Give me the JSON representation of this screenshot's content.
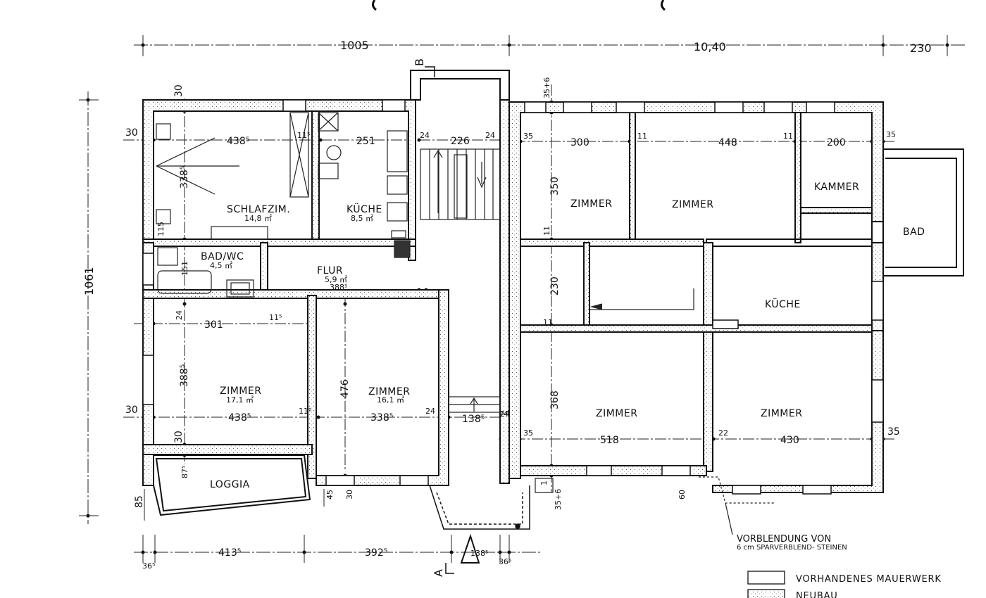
{
  "header_dims": {
    "left_width": "1005",
    "right_width": "10,40",
    "annex_width": "230",
    "left_height": "1061",
    "section_b": "B",
    "section_a": "A"
  },
  "left_flat": {
    "schlafzimmer": {
      "name": "SCHLAFZIM.",
      "area": "14,8 ㎡",
      "width": "438⁵",
      "depth": "338⁵",
      "d_115": "11⁵",
      "d_115b": "115",
      "d_30a": "30",
      "d_30b": "30"
    },
    "kueche": {
      "name": "KÜCHE",
      "area": "8,5 ㎡",
      "width": "251"
    },
    "bad": {
      "name": "BAD/WC",
      "area": "4,5 ㎡",
      "depth": "151"
    },
    "flur": {
      "name": "FLUR",
      "area": "5,9 ㎡",
      "width": "388⁵"
    },
    "zimmer1": {
      "name": "ZIMMER",
      "area": "17,1 ㎡",
      "width": "438⁵",
      "inner": "301",
      "depth": "388⁵",
      "d_115": "11⁵",
      "d_24": "24",
      "d_30": "30",
      "d_115b": "11⁵"
    },
    "zimmer2": {
      "name": "ZIMMER",
      "area": "16,1 ㎡",
      "width": "338⁵",
      "depth": "476",
      "d_24": "24"
    },
    "stair": {
      "width": "226",
      "d_24a": "24",
      "d_24b": "24",
      "d_138": "138⁵",
      "d_24c": "24"
    },
    "loggia": {
      "name": "LOGGIA",
      "d_875": "87⁵",
      "d_30": "30",
      "d_85": "85",
      "d_45": "45",
      "d_30b": "30"
    }
  },
  "right_flat": {
    "zimmer_a": {
      "name": "ZIMMER",
      "width": "300",
      "depth": "350",
      "d_35": "35",
      "d_11": "11",
      "d_356": "35+6"
    },
    "zimmer_b": {
      "name": "ZIMMER",
      "width": "448",
      "d_11a": "11",
      "d_11b": "11"
    },
    "kammer": {
      "name": "KAMMER",
      "width": "200",
      "d_35": "35"
    },
    "bad": {
      "name": "BAD"
    },
    "kueche": {
      "name": "KÜCHE"
    },
    "hall": {
      "depth": "230",
      "d_11": "11"
    },
    "zimmer_c": {
      "name": "ZIMMER",
      "width": "518",
      "depth": "368",
      "d_35": "35",
      "d_24": "24"
    },
    "zimmer_d": {
      "name": "ZIMMER",
      "width": "430",
      "d_22": "22",
      "d_35": "35"
    },
    "bottom": {
      "d_356": "35+6",
      "d_60": "60",
      "d_1": "1"
    }
  },
  "bottom_dims": {
    "d_4135": "413⁵",
    "d_3925": "392⁵",
    "d_1385": "138⁵",
    "d_365a": "36⁵",
    "d_365b": "36⁵"
  },
  "note": {
    "line1": "VORBLENDUNG VON",
    "line2": "6 cm SPARVERBLEND- STEINEN"
  },
  "legend": {
    "existing": "VORHANDENES MAUERWERK",
    "new": "NEUBAU"
  }
}
